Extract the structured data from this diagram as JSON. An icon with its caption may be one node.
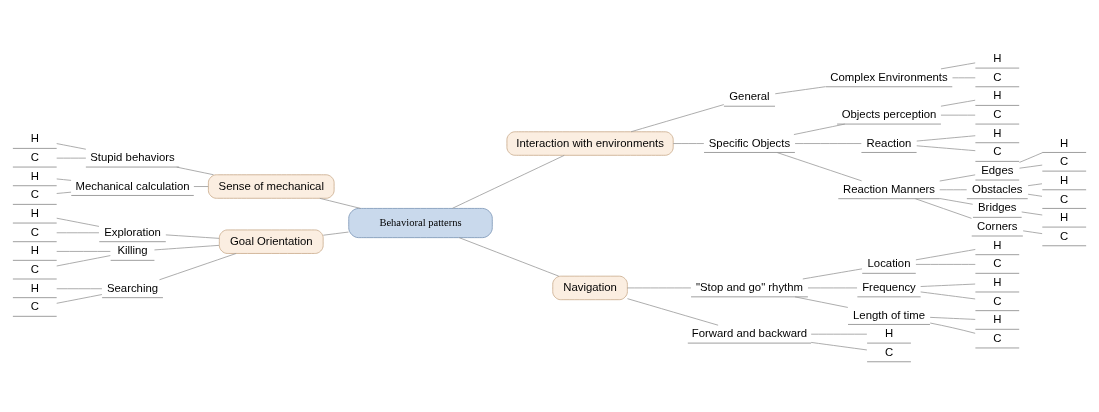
{
  "diagram": {
    "nodes": [
      {
        "text": [
          "Behavioral patterns"
        ]
      },
      {
        "text": [
          "Interaction with environments"
        ]
      },
      {
        "text": [
          "General"
        ]
      },
      {
        "text": [
          "Complex Environments"
        ]
      },
      {
        "text": [
          "H"
        ]
      },
      {
        "text": [
          "C"
        ]
      },
      {
        "text": [
          "Specific Objects"
        ]
      },
      {
        "text": [
          "Objects perception"
        ]
      },
      {
        "text": [
          "H"
        ]
      },
      {
        "text": [
          "C"
        ]
      },
      {
        "text": [
          "Reaction"
        ]
      },
      {
        "text": [
          "H"
        ]
      },
      {
        "text": [
          "C"
        ]
      },
      {
        "text": [
          "Reaction Manners"
        ]
      },
      {
        "text": [
          "Edges"
        ]
      },
      {
        "text": [
          "H"
        ]
      },
      {
        "text": [
          "C"
        ]
      },
      {
        "text": [
          "Obstacles"
        ]
      },
      {
        "text": [
          "H"
        ]
      },
      {
        "text": [
          "C"
        ]
      },
      {
        "text": [
          "Bridges"
        ]
      },
      {
        "text": [
          "H"
        ]
      },
      {
        "text": [
          "Corners"
        ]
      },
      {
        "text": [
          "C"
        ]
      },
      {
        "text": [
          "Sense of mechanical"
        ]
      },
      {
        "text": [
          "Stupid behaviors"
        ]
      },
      {
        "text": [
          "H"
        ]
      },
      {
        "text": [
          "C"
        ]
      },
      {
        "text": [
          "Mechanical calculation"
        ]
      },
      {
        "text": [
          "H"
        ]
      },
      {
        "text": [
          "C"
        ]
      },
      {
        "text": [
          "Navigation"
        ]
      },
      {
        "text": [
          "\"Stop and go\" rhythm"
        ]
      },
      {
        "text": [
          "Location"
        ]
      },
      {
        "text": [
          "H"
        ]
      },
      {
        "text": [
          "C"
        ]
      },
      {
        "text": [
          "Frequency"
        ]
      },
      {
        "text": [
          "H"
        ]
      },
      {
        "text": [
          "C"
        ]
      },
      {
        "text": [
          "Length of time"
        ]
      },
      {
        "text": [
          "H"
        ]
      },
      {
        "text": [
          "C"
        ]
      },
      {
        "text": [
          "Forward and backward"
        ]
      },
      {
        "text": [
          "H"
        ]
      },
      {
        "text": [
          "C"
        ]
      },
      {
        "text": [
          "Goal Orientation"
        ]
      },
      {
        "text": [
          "Exploration"
        ]
      },
      {
        "text": [
          "H"
        ]
      },
      {
        "text": [
          "C"
        ]
      },
      {
        "text": [
          "Killing"
        ]
      },
      {
        "text": [
          "H"
        ]
      },
      {
        "text": [
          "C"
        ]
      },
      {
        "text": [
          "Searching"
        ]
      },
      {
        "text": [
          "H"
        ]
      },
      {
        "text": [
          "C"
        ]
      }
    ],
    "edges": [
      {
        "from": 0,
        "to": 1,
        "arrow": "none"
      },
      {
        "from": 1,
        "to": 2,
        "arrow": "none"
      },
      {
        "from": 2,
        "to": 3,
        "arrow": "none"
      },
      {
        "from": 3,
        "to": 4,
        "arrow": "none"
      },
      {
        "from": 3,
        "to": 5,
        "arrow": "none"
      },
      {
        "from": 1,
        "to": 6,
        "arrow": "none"
      },
      {
        "from": 6,
        "to": 7,
        "arrow": "none"
      },
      {
        "from": 7,
        "to": 8,
        "arrow": "none"
      },
      {
        "from": 7,
        "to": 9,
        "arrow": "none"
      },
      {
        "from": 6,
        "to": 10,
        "arrow": "none"
      },
      {
        "from": 10,
        "to": 11,
        "arrow": "none"
      },
      {
        "from": 10,
        "to": 12,
        "arrow": "none"
      },
      {
        "from": 6,
        "to": 13,
        "arrow": "none"
      },
      {
        "from": 13,
        "to": 14,
        "arrow": "none"
      },
      {
        "from": 14,
        "to": 15,
        "arrow": "none"
      },
      {
        "from": 14,
        "to": 16,
        "arrow": "none"
      },
      {
        "from": 13,
        "to": 17,
        "arrow": "none"
      },
      {
        "from": 17,
        "to": 18,
        "arrow": "none"
      },
      {
        "from": 17,
        "to": 19,
        "arrow": "none"
      },
      {
        "from": 13,
        "to": 20,
        "arrow": "none"
      },
      {
        "from": 20,
        "to": 21,
        "arrow": "none"
      },
      {
        "from": 13,
        "to": 22,
        "arrow": "none"
      },
      {
        "from": 22,
        "to": 23,
        "arrow": "none"
      },
      {
        "from": 0,
        "to": 24,
        "arrow": "none"
      },
      {
        "from": 24,
        "to": 25,
        "arrow": "none"
      },
      {
        "from": 25,
        "to": 26,
        "arrow": "none"
      },
      {
        "from": 25,
        "to": 27,
        "arrow": "none"
      },
      {
        "from": 24,
        "to": 28,
        "arrow": "none"
      },
      {
        "from": 28,
        "to": 29,
        "arrow": "none"
      },
      {
        "from": 28,
        "to": 30,
        "arrow": "none"
      },
      {
        "from": 0,
        "to": 31,
        "arrow": "none"
      },
      {
        "from": 31,
        "to": 32,
        "arrow": "none"
      },
      {
        "from": 32,
        "to": 33,
        "arrow": "none"
      },
      {
        "from": 33,
        "to": 34,
        "arrow": "none"
      },
      {
        "from": 33,
        "to": 35,
        "arrow": "none"
      },
      {
        "from": 32,
        "to": 36,
        "arrow": "none"
      },
      {
        "from": 36,
        "to": 37,
        "arrow": "none"
      },
      {
        "from": 36,
        "to": 38,
        "arrow": "none"
      },
      {
        "from": 32,
        "to": 39,
        "arrow": "none"
      },
      {
        "from": 39,
        "to": 40,
        "arrow": "none"
      },
      {
        "from": 39,
        "to": 41,
        "arrow": "none"
      },
      {
        "from": 31,
        "to": 42,
        "arrow": "none"
      },
      {
        "from": 42,
        "to": 43,
        "arrow": "none"
      },
      {
        "from": 42,
        "to": 44,
        "arrow": "none"
      },
      {
        "from": 0,
        "to": 45,
        "arrow": "none"
      },
      {
        "from": 45,
        "to": 46,
        "arrow": "none"
      },
      {
        "from": 46,
        "to": 47,
        "arrow": "none"
      },
      {
        "from": 46,
        "to": 48,
        "arrow": "none"
      },
      {
        "from": 45,
        "to": 49,
        "arrow": "none"
      },
      {
        "from": 49,
        "to": 50,
        "arrow": "none"
      },
      {
        "from": 49,
        "to": 51,
        "arrow": "none"
      },
      {
        "from": 45,
        "to": 52,
        "arrow": "none"
      },
      {
        "from": 52,
        "to": 53,
        "arrow": "none"
      },
      {
        "from": 52,
        "to": 54,
        "arrow": "none"
      }
    ]
  }
}
